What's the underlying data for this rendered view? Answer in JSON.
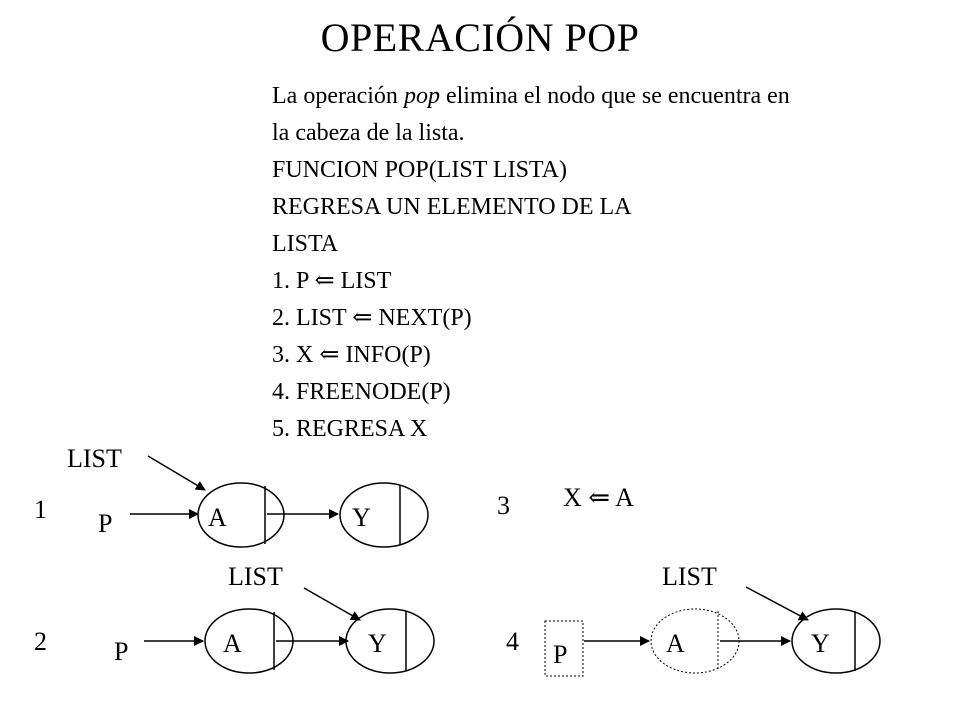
{
  "title": "OPERACIÓN POP",
  "description": {
    "intro_part1": "La operación ",
    "intro_italic": "pop",
    "intro_part2": " elimina el nodo que se encuentra en la cabeza de la lista.",
    "function_header": "FUNCION POP(LIST LISTA)",
    "returns_line1": "REGRESA UN ELEMENTO DE LA",
    "returns_line2": "LISTA",
    "steps": [
      "1. P ⇐ LIST",
      "2. LIST ⇐ NEXT(P)",
      "3. X  ⇐ INFO(P)",
      "4. FREENODE(P)",
      "5. REGRESA X"
    ]
  },
  "diagram": {
    "step1": {
      "number": "1",
      "list_label": "LIST",
      "p_label": "P",
      "node_a": "A",
      "node_y": "Y"
    },
    "step2": {
      "number": "2",
      "list_label": "LIST",
      "p_label": "P",
      "node_a": "A",
      "node_y": "Y"
    },
    "step3": {
      "number": "3",
      "assignment": "X ⇐ A"
    },
    "step4": {
      "number": "4",
      "list_label": "LIST",
      "p_label": "P",
      "node_a": "A",
      "node_y": "Y"
    }
  }
}
